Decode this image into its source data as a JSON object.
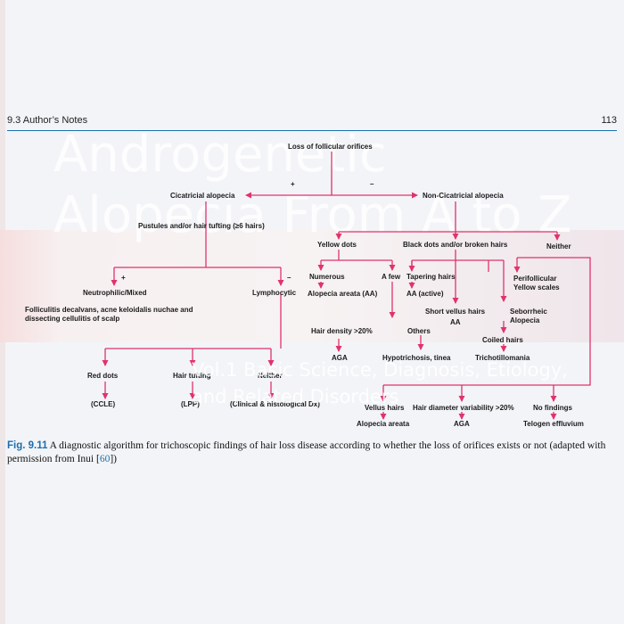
{
  "header": {
    "section": "9.3   Author’s Notes",
    "page_number": "113"
  },
  "watermark": {
    "title": "Androgenetic\nAlopecia From A to Z",
    "subtitle": "Vol.1 Basic Science, Diagnosis, Etiology,\nand Related Disorders"
  },
  "diagram": {
    "nodes": {
      "root": "Loss of follicular orifices",
      "plus1": "+",
      "minus1": "–",
      "cicatricial": "Cicatricial alopecia",
      "noncicatricial": "Non-Cicatricial alopecia",
      "pustules": "Pustules and/or hair tufting (≥6 hairs)",
      "plus2": "+",
      "minus2": "–",
      "neutrophilic": "Neutrophilic/Mixed",
      "lymphocytic": "Lymphocytic",
      "folliculitis": "Folliculitis decalvans, acne keloidalis nuchae and dissecting cellulitis of scalp",
      "red_dots": "Red dots",
      "hair_tufting": "Hair tufting",
      "neither_left": "Neither",
      "ccle": "(CCLE)",
      "lpp": "(LPP)",
      "clinical": "(Clinical & histological Dx)",
      "yellow_dots": "Yellow dots",
      "black_dots": "Black dots and/or broken hairs",
      "neither_right": "Neither",
      "numerous": "Numerous",
      "a_few": "A few",
      "aa": "Alopecia areata (AA)",
      "tapering": "Tapering hairs",
      "aa_active": "AA (active)",
      "perifollicular": "Perifollicular Yellow scales",
      "short_vellus": "Short vellus hairs",
      "aa2": "AA",
      "seborrheic": "Seborrheic Alopecia",
      "hair_density": "Hair density >20%",
      "others": "Others",
      "aga1": "AGA",
      "hypotrichosis": "Hypotrichosis, tinea",
      "coiled": "Coiled hairs",
      "trichotillomania": "Trichotillomania",
      "vellus": "Vellus hairs",
      "hair_diameter": "Hair diameter variability >20%",
      "no_findings": "No findings",
      "alopecia_areata": "Alopecia areata",
      "aga2": "AGA",
      "telogen": "Telogen effluvium"
    },
    "arrow_color": "#e0336c"
  },
  "caption": {
    "label": "Fig. 9.11",
    "text": "  A diagnostic algorithm for trichoscopic findings of hair loss disease according to whether the loss of orifices exists or not (adapted with permission from Inui [",
    "ref": "60",
    "tail": "])"
  }
}
